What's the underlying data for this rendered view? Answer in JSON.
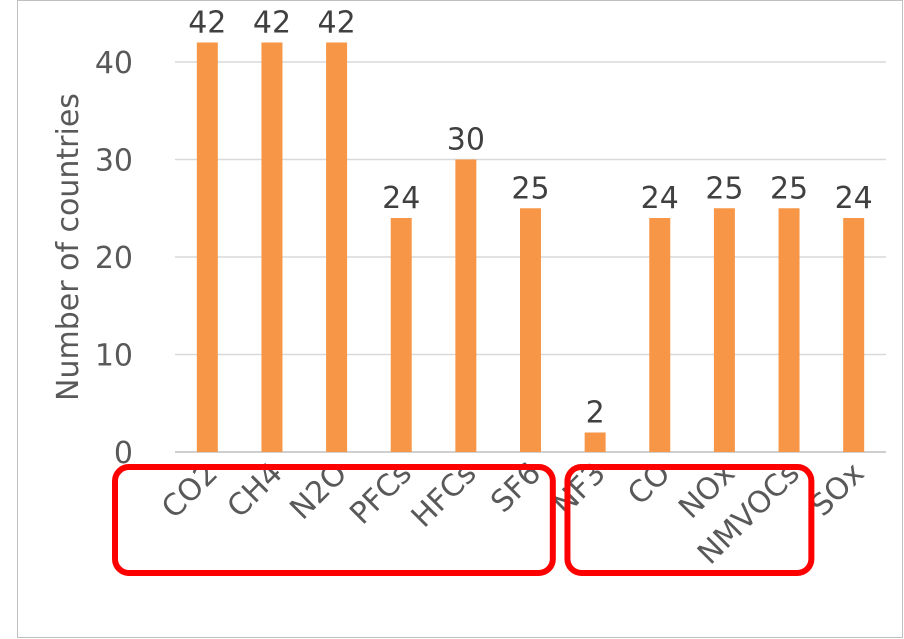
{
  "chart_data": {
    "type": "bar",
    "categories": [
      "CO2",
      "CH4",
      "N2O",
      "PFCs",
      "HFCs",
      "SF6",
      "NF3",
      "CO",
      "NOx",
      "NMVOCs",
      "SOx"
    ],
    "values": [
      42,
      42,
      42,
      24,
      30,
      25,
      2,
      24,
      25,
      25,
      24
    ],
    "title": "",
    "xlabel": "",
    "ylabel": "Number of countries",
    "ylim": [
      0,
      42
    ],
    "yticks": [
      0,
      10,
      20,
      30,
      40
    ],
    "grid": true,
    "bar_color": "#f79646",
    "highlight_color": "#ff0000",
    "highlight_groups": [
      [
        "CO2",
        "CH4",
        "N2O",
        "PFCs",
        "HFCs",
        "SF6"
      ],
      [
        "CO",
        "NOx",
        "NMVOCs"
      ]
    ]
  }
}
